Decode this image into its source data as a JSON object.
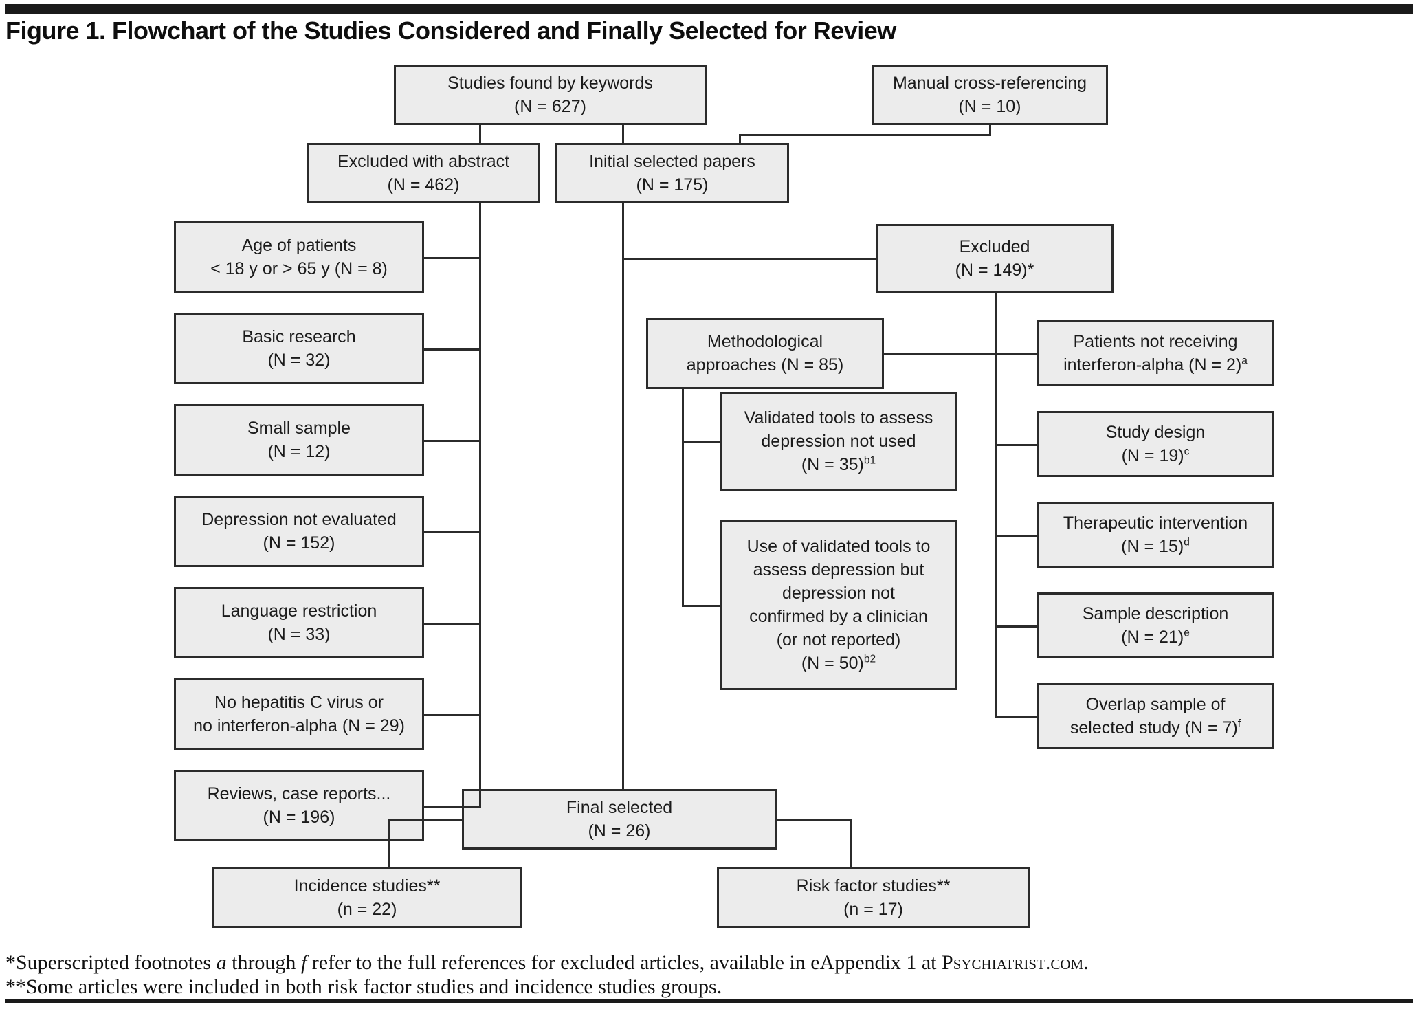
{
  "title": "Figure 1. Flowchart of the Studies Considered and Finally Selected for Review",
  "colors": {
    "box_fill": "#ececec",
    "line": "#2b2b2b",
    "text": "#1b1b1b"
  },
  "boxes": {
    "studies_found": {
      "lines": [
        "Studies found by keywords",
        "(N = 627)"
      ]
    },
    "manual_cross": {
      "lines": [
        "Manual cross-referencing",
        "(N = 10)"
      ]
    },
    "excluded_abstract": {
      "lines": [
        "Excluded with abstract",
        "(N = 462)"
      ]
    },
    "initial_selected": {
      "lines": [
        "Initial selected papers",
        "(N = 175)"
      ]
    },
    "age": {
      "lines": [
        "Age of patients",
        "< 18 y or > 65 y (N = 8)"
      ]
    },
    "basic_research": {
      "lines": [
        "Basic research",
        "(N = 32)"
      ]
    },
    "small_sample": {
      "lines": [
        "Small sample",
        "(N = 12)"
      ]
    },
    "depression_not_evaluated": {
      "lines": [
        "Depression not evaluated",
        "(N = 152)"
      ]
    },
    "language_restriction": {
      "lines": [
        "Language restriction",
        "(N = 33)"
      ]
    },
    "no_hepatitis": {
      "lines": [
        "No hepatitis C virus or",
        "no interferon-alpha (N = 29)"
      ]
    },
    "reviews": {
      "lines": [
        "Reviews, case reports...",
        "(N = 196)"
      ]
    },
    "excluded": {
      "lines": [
        "Excluded",
        "(N = 149)*"
      ]
    },
    "methodological": {
      "lines": [
        "Methodological",
        "approaches (N = 85)"
      ]
    },
    "patients_not_receiving": {
      "lines": [
        "Patients not receiving",
        "interferon-alpha (N = 2)"
      ],
      "sup": "a"
    },
    "validated_tools": {
      "lines": [
        "Validated tools to assess",
        "depression not used",
        "(N = 35)"
      ],
      "sup": "b1"
    },
    "use_of_validated": {
      "lines": [
        "Use of validated tools to",
        "assess depression but",
        "depression not",
        "confirmed by a clinician",
        "(or not reported)",
        "(N = 50)"
      ],
      "sup": "b2"
    },
    "study_design": {
      "lines": [
        "Study design",
        "(N = 19)"
      ],
      "sup": "c"
    },
    "therapeutic": {
      "lines": [
        "Therapeutic intervention",
        "(N = 15)"
      ],
      "sup": "d"
    },
    "sample_description": {
      "lines": [
        "Sample description",
        "(N = 21)"
      ],
      "sup": "e"
    },
    "overlap_sample": {
      "lines": [
        "Overlap sample of",
        "selected study (N = 7)"
      ],
      "sup": "f"
    },
    "final_selected": {
      "lines": [
        "Final selected",
        "(N = 26)"
      ]
    },
    "incidence_studies": {
      "lines": [
        "Incidence studies**",
        "(n = 22)"
      ]
    },
    "risk_factor_studies": {
      "lines": [
        "Risk factor studies**",
        "(n = 17)"
      ]
    }
  },
  "footnotes": {
    "fn1_pre": "*Superscripted footnotes ",
    "fn1_a": "a",
    "fn1_mid": " through ",
    "fn1_f": "f",
    "fn1_rest": " refer to the full references for excluded articles, available in eAppendix 1 at ",
    "fn1_site": "Psychiatrist.com",
    "fn1_end": ".",
    "fn2": "**Some articles were included in both risk factor studies and incidence studies groups."
  }
}
